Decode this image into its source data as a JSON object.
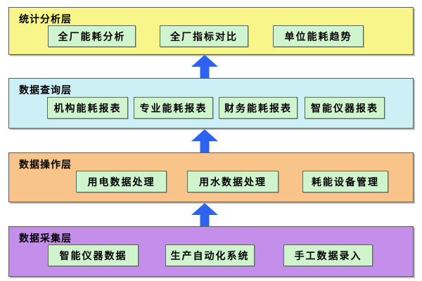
{
  "layers": [
    {
      "title": "统计分析层",
      "boxes": [
        "全厂能耗分析",
        "全厂指标对比",
        "单位能耗趋势"
      ]
    },
    {
      "title": "数据查询层",
      "boxes": [
        "机构能耗报表",
        "专业能耗报表",
        "财务能耗报表",
        "智能仪器报表"
      ]
    },
    {
      "title": "数据操作层",
      "boxes": [
        "用电数据处理",
        "用水数据处理",
        "耗能设备管理"
      ]
    },
    {
      "title": "数据采集层",
      "boxes": [
        "智能仪器数据",
        "生产自动化系统",
        "手工数据录入"
      ]
    }
  ],
  "arrows": [
    {
      "name": "arrow-collection-to-operation",
      "direction": "up"
    },
    {
      "name": "arrow-operation-to-query",
      "direction": "up"
    },
    {
      "name": "arrow-query-to-analysis",
      "direction": "up"
    }
  ],
  "colors": {
    "layer1": "#F8F58A",
    "layer2": "#CDF0F6",
    "layer3": "#F9C489",
    "layer4": "#C48FEA",
    "node_fill": "#D0F5CE",
    "node_border": "#566b56",
    "band_border": "#5b5b5b",
    "arrow": "#2E63F2",
    "text": "#000000",
    "background": "#FFFFFF"
  }
}
